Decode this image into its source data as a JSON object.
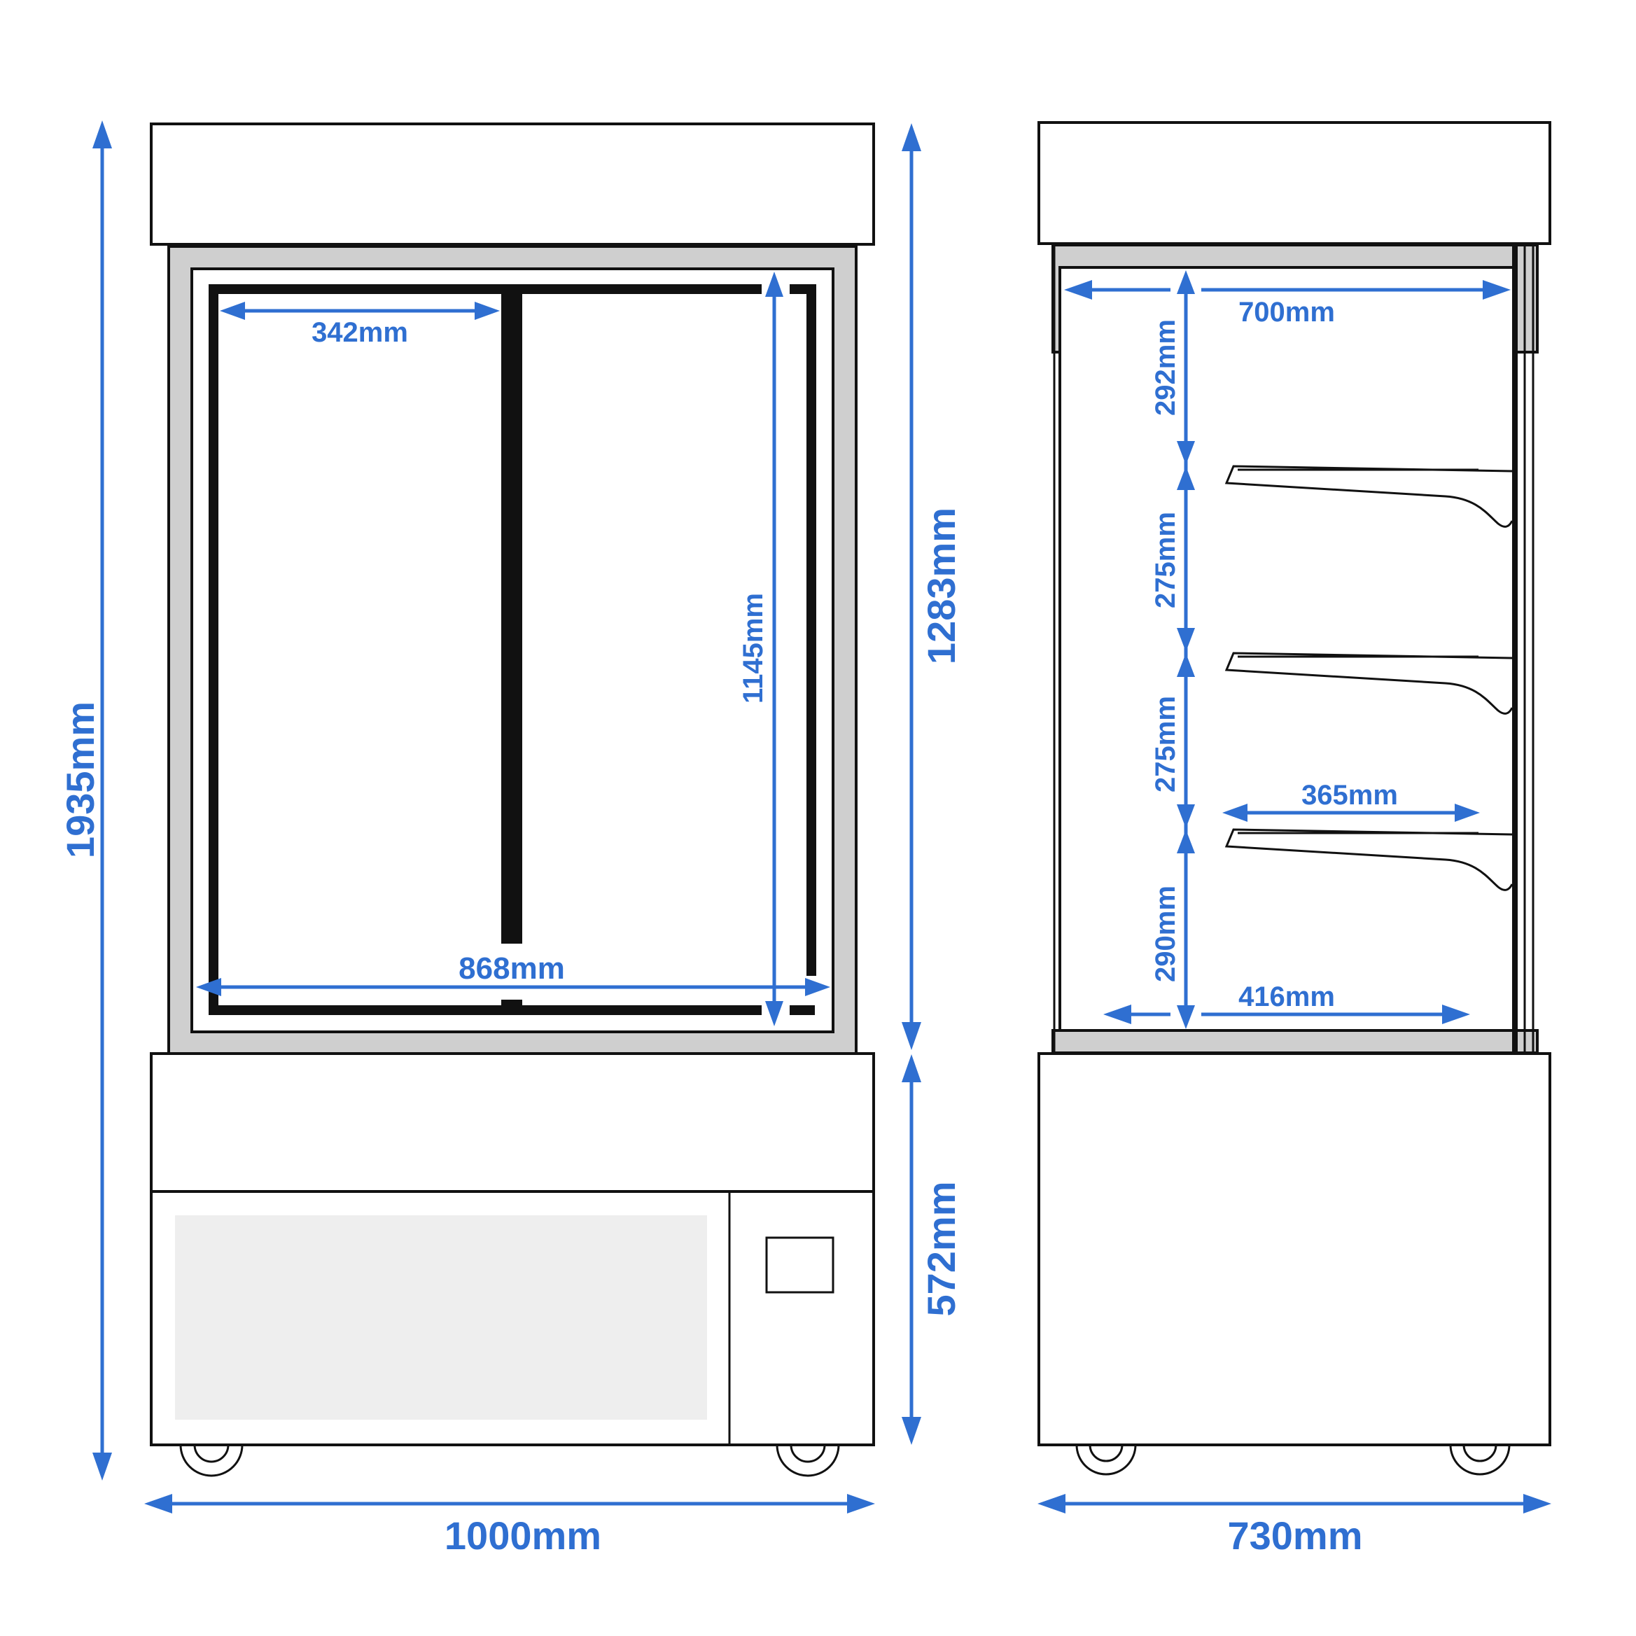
{
  "colors": {
    "dimension": "#2f6fd1",
    "outline": "#111111",
    "frame_fill": "#cfcfcf",
    "panel_fill": "#eeeeee"
  },
  "front_view": {
    "overall_height": "1935mm",
    "overall_width": "1000mm",
    "display_height": "1283mm",
    "base_height": "572mm",
    "inner_height": "1145mm",
    "inner_width": "868mm",
    "door_width": "342mm"
  },
  "side_view": {
    "overall_depth": "730mm",
    "top_depth": "700mm",
    "bottom_depth": "416mm",
    "shelf_depth": "365mm",
    "gap_top": "292mm",
    "gap_upper": "275mm",
    "gap_lower": "275mm",
    "gap_bottom": "290mm"
  }
}
